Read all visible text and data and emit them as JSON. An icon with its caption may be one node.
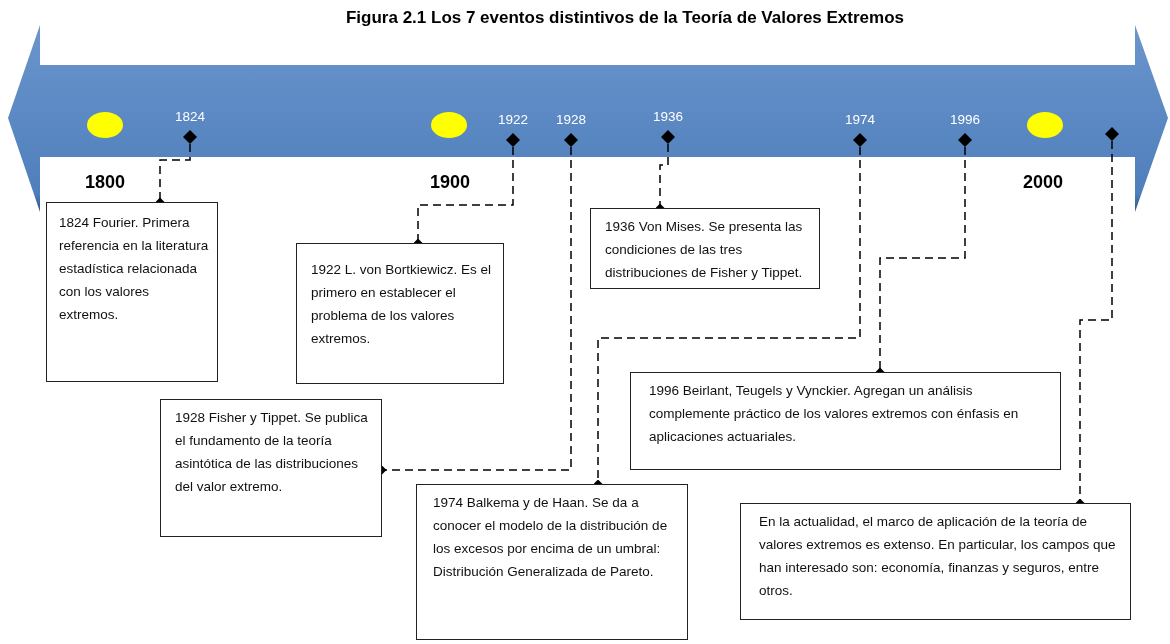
{
  "diagram": {
    "title": "Figura 2.1 Los 7 eventos distintivos de la Teoría de Valores Extremos",
    "nodes": [
      {
        "text": [
          "1824"
        ]
      },
      {
        "text": [
          "1922"
        ]
      },
      {
        "text": [
          "1928"
        ]
      },
      {
        "text": [
          "1936"
        ]
      },
      {
        "text": [
          "1974"
        ]
      },
      {
        "text": [
          "1996"
        ]
      },
      {
        "text": [],
        "shape": "diamond"
      },
      {
        "text": [
          "1824 Fourier. Primera referencia en la literatura estadística relacionada con los valores extremos."
        ]
      },
      {
        "text": [
          "1922  L. von Bortkiewicz. Es el primero en establecer el problema de los valores extremos."
        ]
      },
      {
        "text": [
          "1928 Fisher y Tippet. Se publica el fundamento de la teoría asintótica de las distribuciones del valor extremo."
        ]
      },
      {
        "text": [
          "1936 Von Mises. Se presenta las condiciones de las tres distribuciones de Fisher y Tippet."
        ]
      },
      {
        "text": [
          "1974 Balkema y de Haan. Se da a conocer el modelo  de la distribución de los excesos por encima de un umbral: Distribución Generalizada de Pareto."
        ]
      },
      {
        "text": [
          "1996 Beirlant, Teugels y Vynckier. Agregan un análisis complemente práctico de los valores extremos con énfasis en aplicaciones actuariales."
        ]
      },
      {
        "text": [
          "En la actualidad, el marco de aplicación de la teoría de valores extremos es extenso. En particular, los campos que han interesado son: economía, finanzas y seguros, entre otros."
        ]
      }
    ],
    "edges": [
      {
        "from": 0,
        "to": 7,
        "arrow": "other",
        "style": "dashed"
      },
      {
        "from": 1,
        "to": 8,
        "arrow": "other",
        "style": "dashed"
      },
      {
        "from": 2,
        "to": 9,
        "arrow": "other",
        "style": "dashed"
      },
      {
        "from": 3,
        "to": 10,
        "arrow": "other",
        "style": "dashed"
      },
      {
        "from": 4,
        "to": 11,
        "arrow": "other",
        "style": "dashed"
      },
      {
        "from": 5,
        "to": 12,
        "arrow": "other",
        "style": "dashed"
      },
      {
        "from": 6,
        "to": 13,
        "arrow": "other",
        "style": "dashed"
      }
    ],
    "labels": [
      "1800",
      "1900",
      "2000"
    ]
  }
}
